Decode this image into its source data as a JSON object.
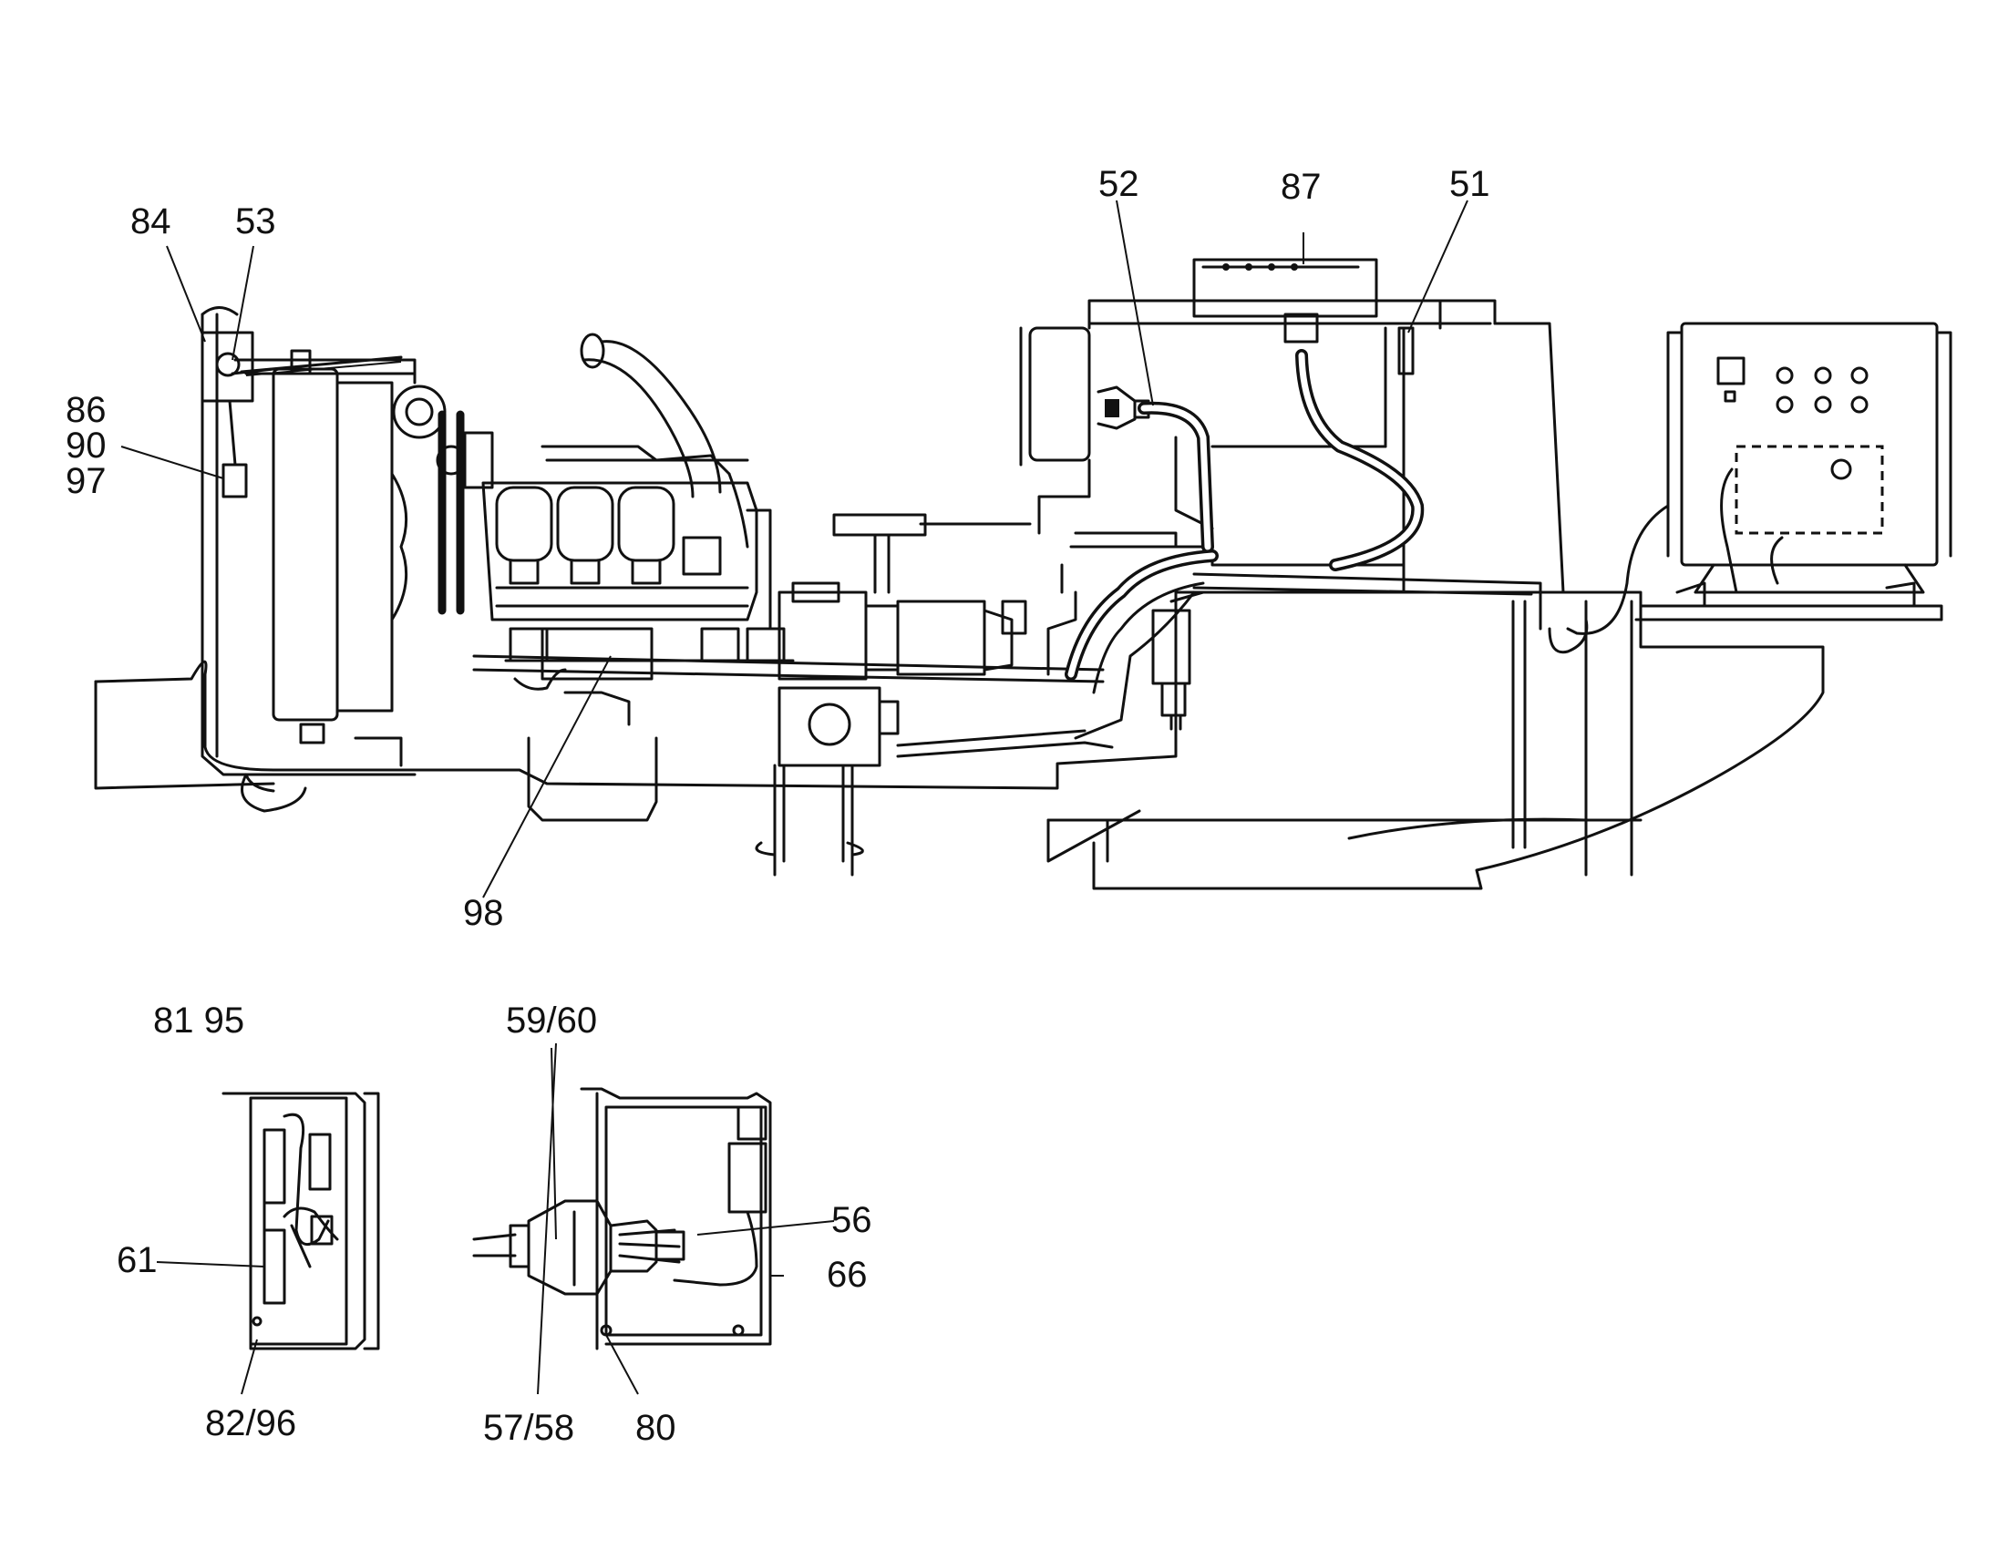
{
  "callouts": {
    "c52": "52",
    "c87": "87",
    "c51": "51",
    "c84": "84",
    "c53": "53",
    "c86": "86",
    "c90": "90",
    "c97": "97",
    "c98": "98",
    "c81_95": "81 95",
    "c59_60": "59/60",
    "c56": "56",
    "c66": "66",
    "c61": "61",
    "c82_96": "82/96",
    "c57_58": "57/58",
    "c80": "80"
  },
  "colors": {
    "line": "#111111",
    "background": "#ffffff"
  }
}
